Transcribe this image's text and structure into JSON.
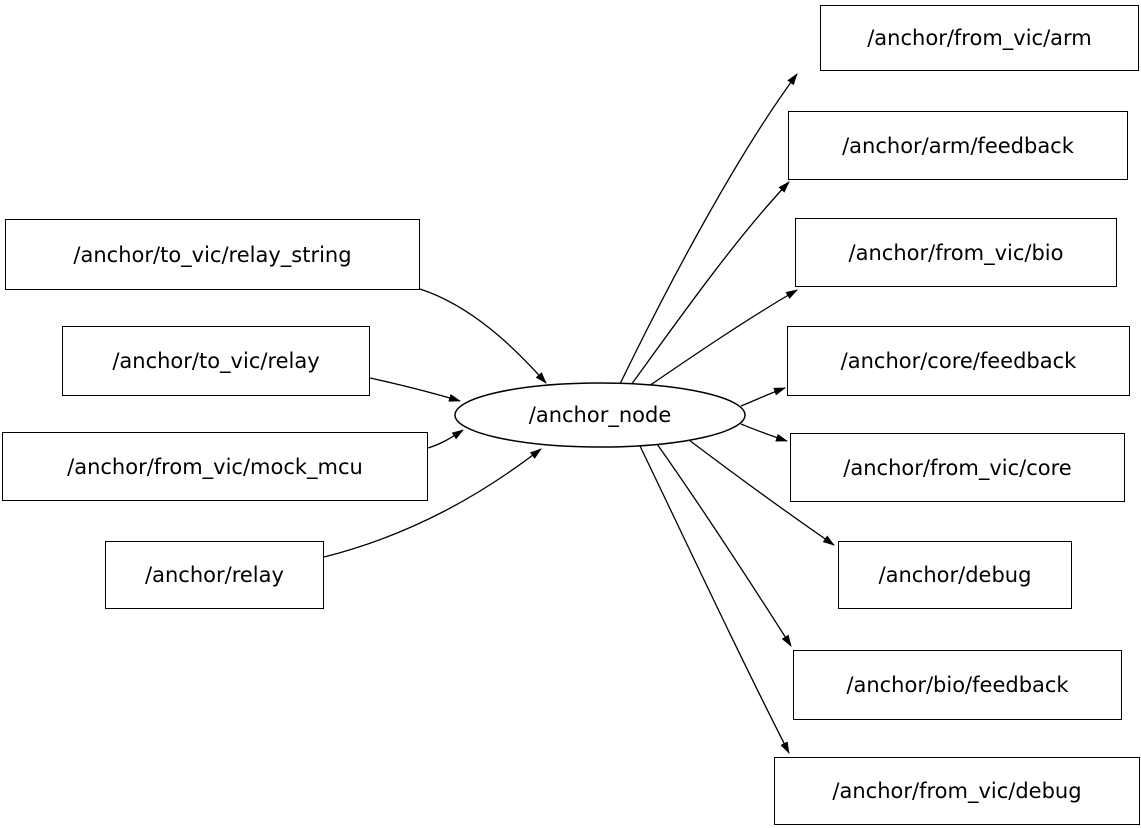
{
  "graph": {
    "center": {
      "label": "/anchor_node"
    },
    "inputs": [
      {
        "label": "/anchor/to_vic/relay_string"
      },
      {
        "label": "/anchor/to_vic/relay"
      },
      {
        "label": "/anchor/from_vic/mock_mcu"
      },
      {
        "label": "/anchor/relay"
      }
    ],
    "outputs": [
      {
        "label": "/anchor/from_vic/arm"
      },
      {
        "label": "/anchor/arm/feedback"
      },
      {
        "label": "/anchor/from_vic/bio"
      },
      {
        "label": "/anchor/core/feedback"
      },
      {
        "label": "/anchor/from_vic/core"
      },
      {
        "label": "/anchor/debug"
      },
      {
        "label": "/anchor/bio/feedback"
      },
      {
        "label": "/anchor/from_vic/debug"
      }
    ],
    "edges": [
      {
        "from": "/anchor/to_vic/relay_string",
        "to": "/anchor_node"
      },
      {
        "from": "/anchor/to_vic/relay",
        "to": "/anchor_node"
      },
      {
        "from": "/anchor/from_vic/mock_mcu",
        "to": "/anchor_node"
      },
      {
        "from": "/anchor/relay",
        "to": "/anchor_node"
      },
      {
        "from": "/anchor_node",
        "to": "/anchor/from_vic/arm"
      },
      {
        "from": "/anchor_node",
        "to": "/anchor/arm/feedback"
      },
      {
        "from": "/anchor_node",
        "to": "/anchor/from_vic/bio"
      },
      {
        "from": "/anchor_node",
        "to": "/anchor/core/feedback"
      },
      {
        "from": "/anchor_node",
        "to": "/anchor/from_vic/core"
      },
      {
        "from": "/anchor_node",
        "to": "/anchor/debug"
      },
      {
        "from": "/anchor_node",
        "to": "/anchor/bio/feedback"
      },
      {
        "from": "/anchor_node",
        "to": "/anchor/from_vic/debug"
      }
    ],
    "colors": {
      "node_stroke": "#000000",
      "node_fill": "#ffffff",
      "edge": "#000000",
      "background": "#ffffff"
    }
  }
}
